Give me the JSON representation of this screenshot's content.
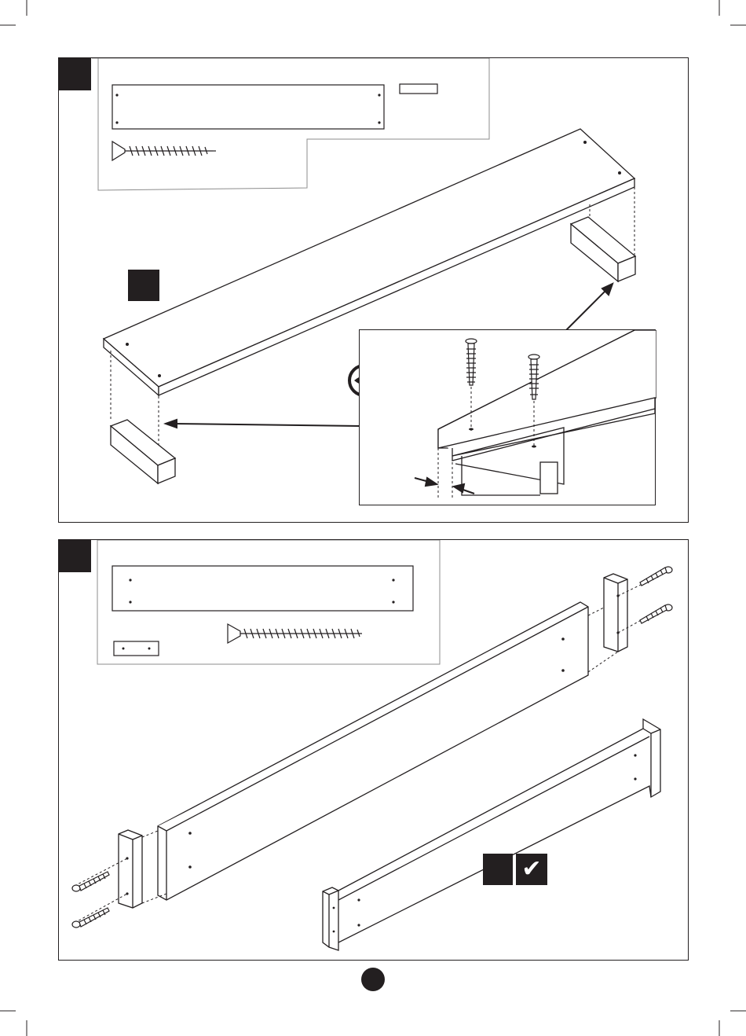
{
  "document": {
    "page_number": "",
    "colors": {
      "ink": "#231f20",
      "panel_border": "#8c8c8c",
      "paper": "#ffffff"
    },
    "steps": [
      {
        "step_badge": "",
        "parts_panel": {
          "items": [
            "panel-with-4-holes",
            "small-bar",
            "wood-screw"
          ]
        },
        "part_label_badge": "",
        "detail_zoom_icon": "magnifier-eye-icon"
      },
      {
        "step_badge": "",
        "parts_panel": {
          "items": [
            "long-panel-with-4-holes",
            "small-block-with-2-holes",
            "long-wood-screw"
          ]
        },
        "completion_badges": {
          "square": "",
          "check": "✔"
        }
      }
    ]
  }
}
